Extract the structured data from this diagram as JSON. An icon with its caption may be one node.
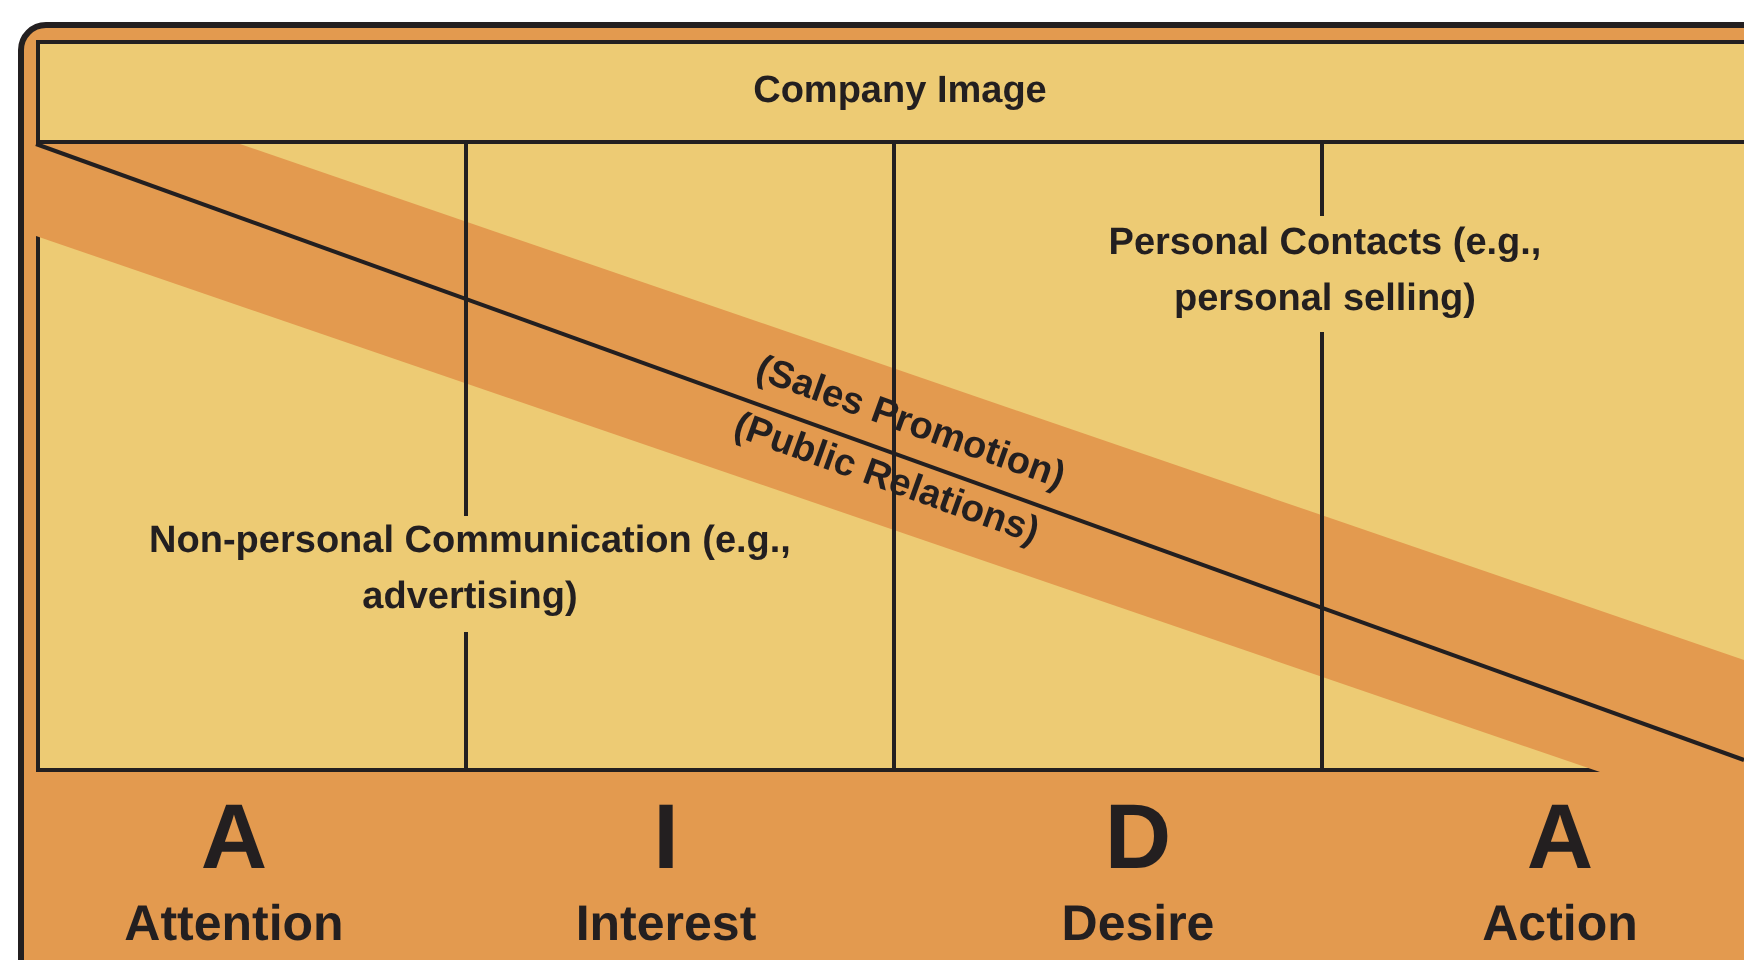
{
  "diagram": {
    "nodes": [
      {
        "text": [
          "Company Image"
        ]
      },
      {
        "text": [
          "A",
          "Attention"
        ]
      },
      {
        "text": [
          "I",
          "Interest"
        ]
      },
      {
        "text": [
          "D",
          "Desire"
        ]
      },
      {
        "text": [
          "A",
          "Action"
        ]
      }
    ],
    "labels": [
      "Personal Contacts (e.g., personal selling)",
      "(Sales Promotion)",
      "(Public Relations)",
      "Non-personal Communication (e.g., advertising)"
    ]
  }
}
